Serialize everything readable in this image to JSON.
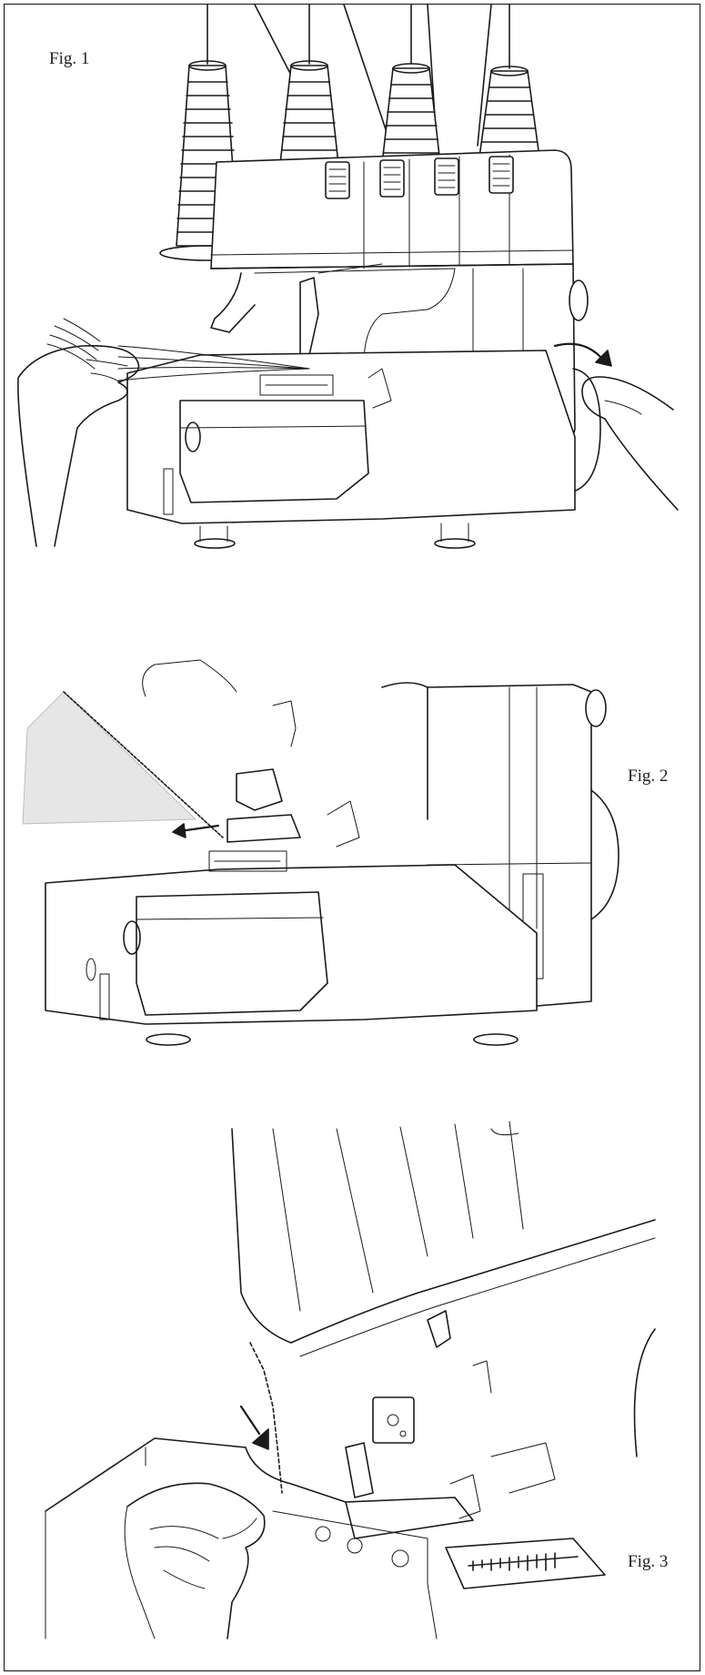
{
  "figures": [
    {
      "id": "fig1",
      "label": "Fig. 1"
    },
    {
      "id": "fig2",
      "label": "Fig. 2"
    },
    {
      "id": "fig3",
      "label": "Fig. 3"
    }
  ],
  "colors": {
    "line": "#1a1a1a",
    "background": "#ffffff",
    "fabric": "#e6e6e6"
  }
}
